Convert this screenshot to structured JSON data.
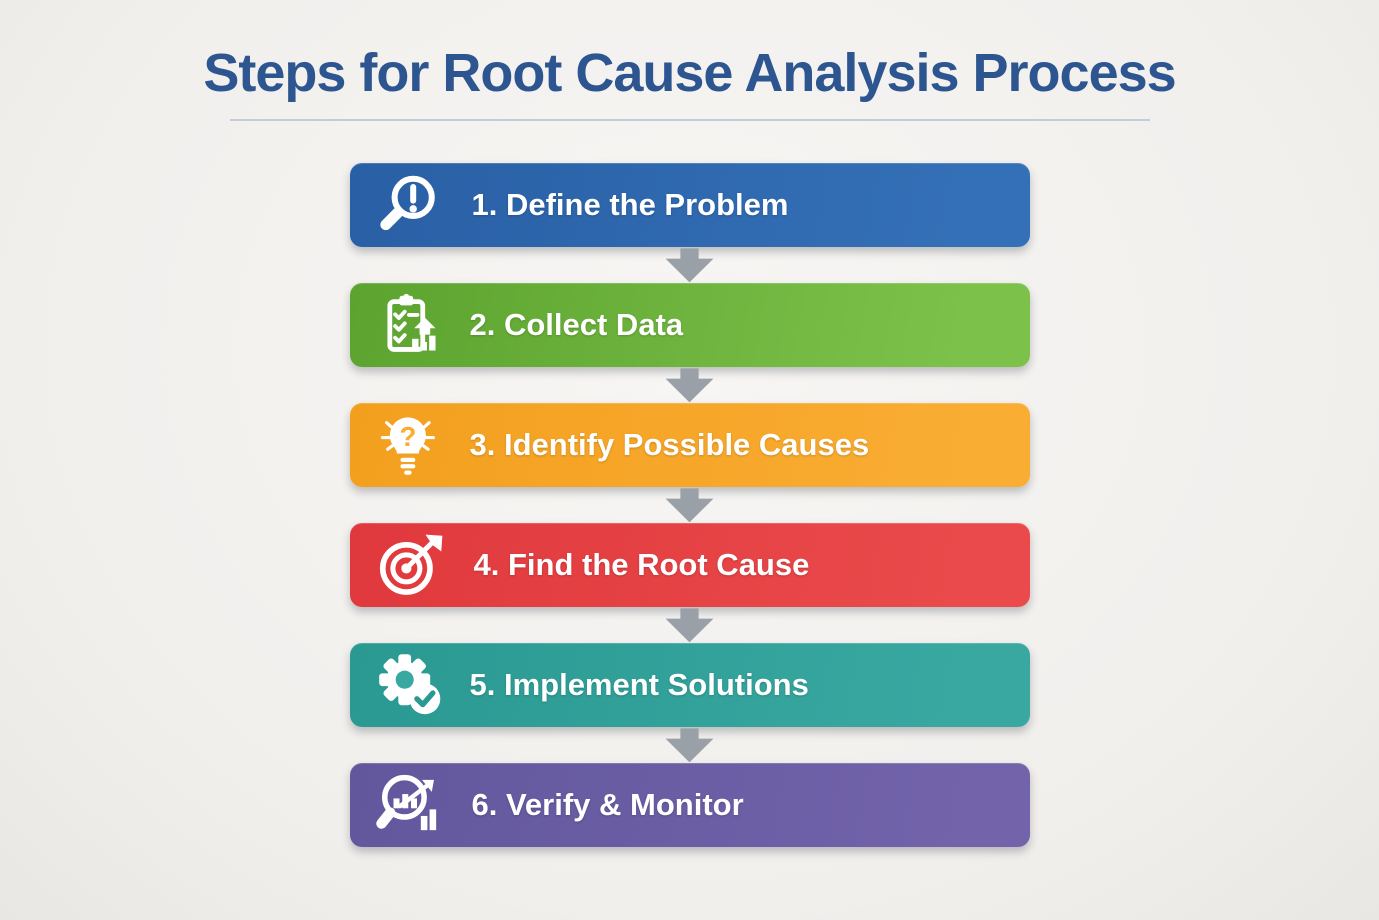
{
  "title": "Steps for Root Cause Analysis Process",
  "theme": {
    "background": "#f1efec",
    "title_color": "#2d5590",
    "divider_color": "#c4ccd6",
    "arrow_color": "#9aa0a8",
    "label_color": "#ffffff"
  },
  "steps": [
    {
      "label": "1. Define the Problem",
      "icon": "magnifier-exclamation-icon",
      "color": "#295fa5",
      "color_light": "#3470b7"
    },
    {
      "label": "2. Collect Data",
      "icon": "clipboard-checklist-icon",
      "color": "#5ca32f",
      "color_light": "#7cc24a"
    },
    {
      "label": "3. Identify Possible Causes",
      "icon": "lightbulb-question-icon",
      "color": "#f39f1e",
      "color_light": "#f9ad33"
    },
    {
      "label": "4. Find the Root Cause",
      "icon": "target-arrow-icon",
      "color": "#e0393d",
      "color_light": "#ea4a4b"
    },
    {
      "label": "5. Implement Solutions",
      "icon": "gear-check-icon",
      "color": "#2a9992",
      "color_light": "#38a8a1"
    },
    {
      "label": "6. Verify & Monitor",
      "icon": "magnifier-chart-icon",
      "color": "#62579d",
      "color_light": "#7263ab"
    }
  ]
}
